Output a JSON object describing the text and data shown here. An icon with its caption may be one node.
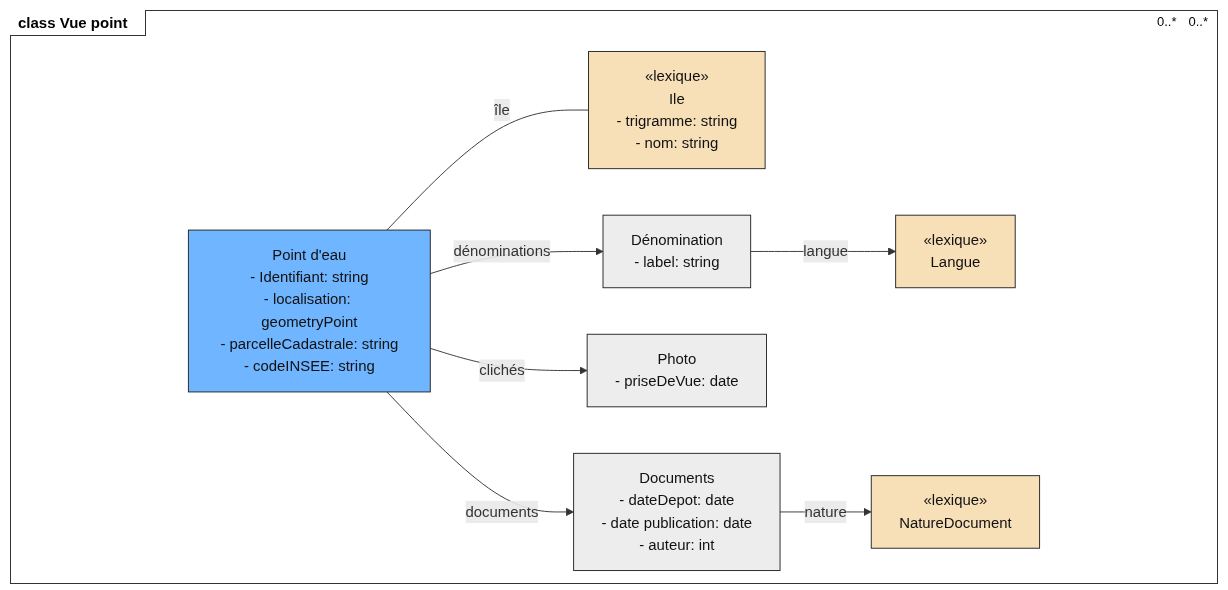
{
  "diagram": {
    "title": "class Vue point",
    "nodes": [
      {
        "text": [
          "«lexique»",
          "Ile",
          "- trigramme: string",
          "- nom: string"
        ]
      },
      {
        "text": [
          "Dénomination",
          "- label: string"
        ]
      },
      {
        "text": [
          "«lexique»",
          "Langue"
        ]
      },
      {
        "text": [
          "Point d'eau",
          "- Identifiant: string",
          "- localisation: geometryPoint",
          "- parcelleCadastrale: string",
          "- codeINSEE: string"
        ]
      },
      {
        "text": [
          "Photo",
          "- priseDeVue: date"
        ]
      },
      {
        "text": [
          "Documents",
          "- dateDepot: date",
          "- date publication: date",
          "- auteur: int"
        ]
      },
      {
        "text": [
          "«lexique»",
          "NatureDocument"
        ]
      }
    ],
    "edges": [
      {
        "from": 3,
        "to": 0,
        "arrow": "none",
        "label": "île"
      },
      {
        "from": 3,
        "to": 1,
        "arrow": "to",
        "label": "dénominations"
      },
      {
        "from": 1,
        "to": 2,
        "arrow": "to",
        "label": "langue"
      },
      {
        "from": 3,
        "to": 4,
        "arrow": "to",
        "label": "clichés"
      },
      {
        "from": 3,
        "to": 5,
        "arrow": "to",
        "label": "documents"
      },
      {
        "from": 5,
        "to": 6,
        "arrow": "to",
        "label": "nature"
      }
    ],
    "labels": [
      "0..*",
      "0..*"
    ]
  }
}
